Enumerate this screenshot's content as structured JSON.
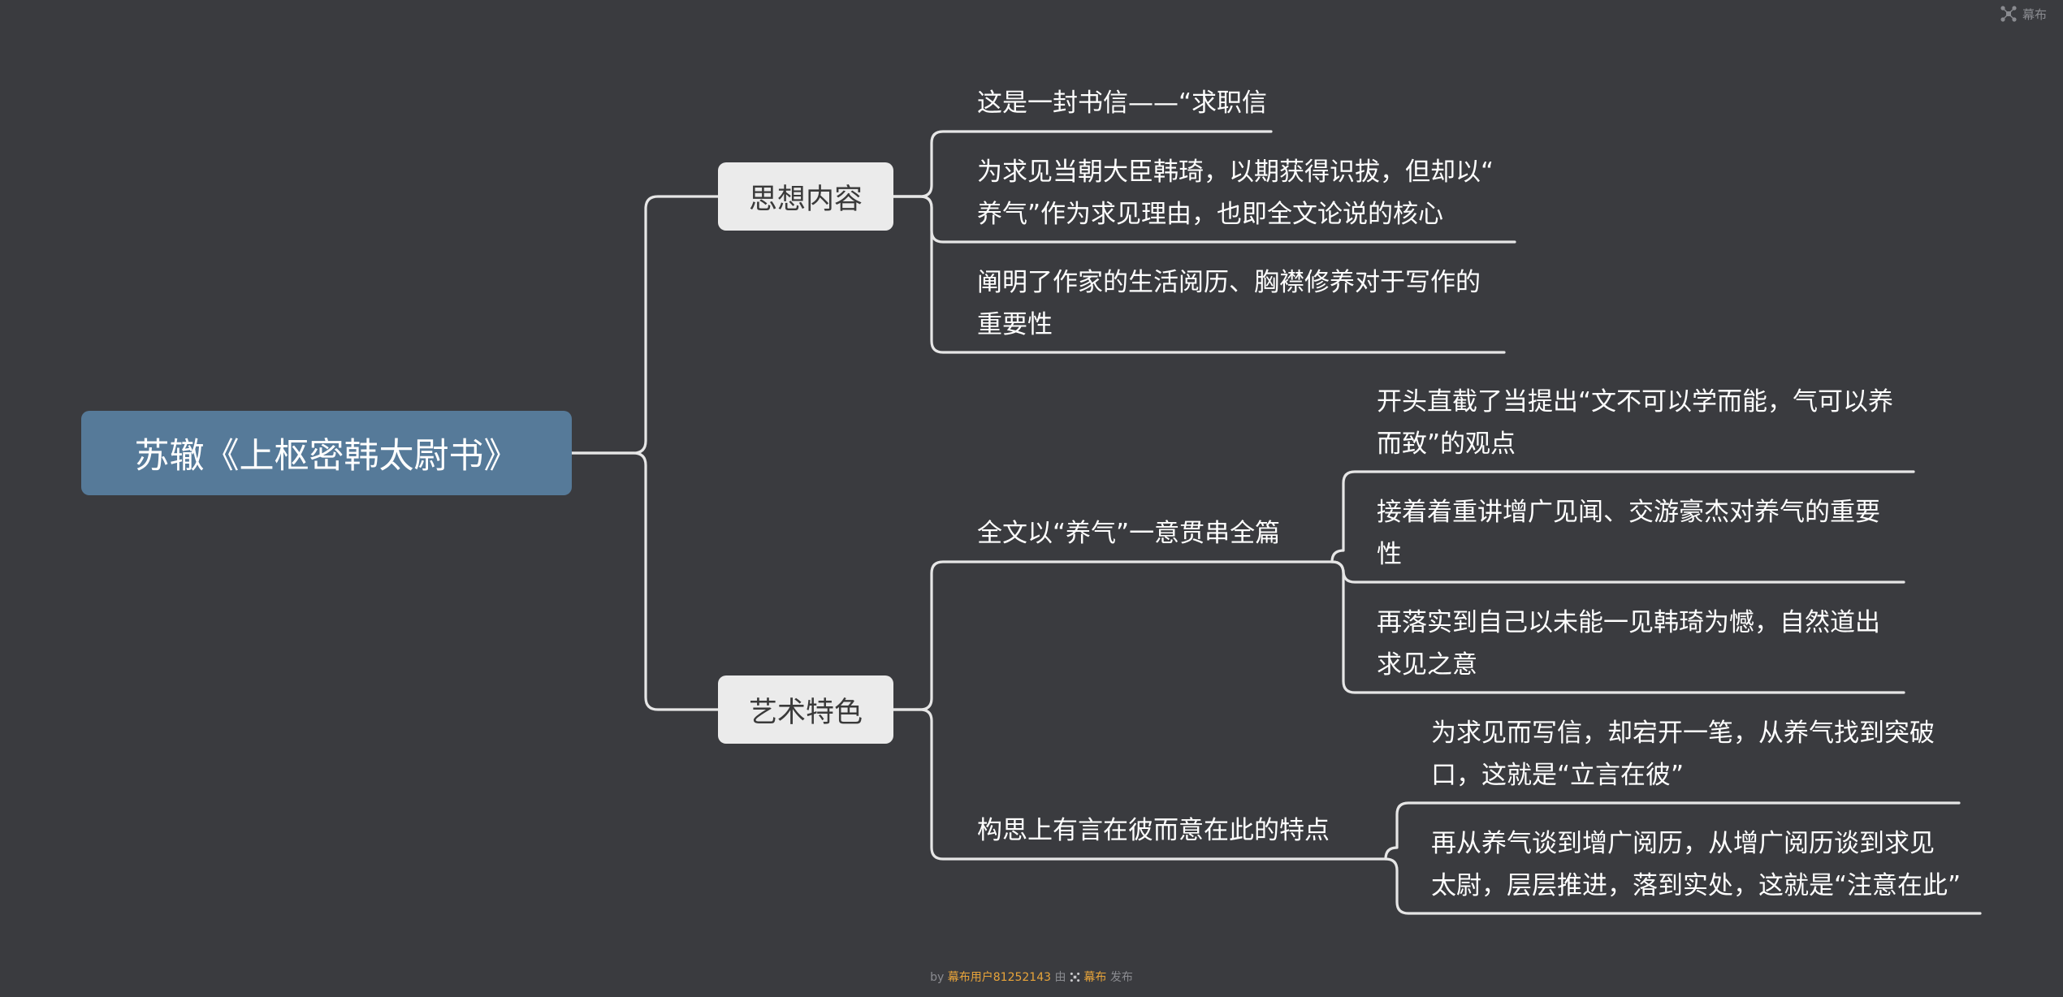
{
  "brand": {
    "name": "幕布",
    "logo_icon": "mubu-logo-icon"
  },
  "mindmap": {
    "root": "苏辙《上枢密韩太尉书》",
    "branches": [
      {
        "label": "思想内容",
        "children": [
          {
            "lines": [
              "这是一封书信——“求职信"
            ]
          },
          {
            "lines": [
              "为求见当朝大臣韩琦，以期获得识拔，但却以“",
              "养气”作为求见理由，也即全文论说的核心"
            ]
          },
          {
            "lines": [
              "阐明了作家的生活阅历、胸襟修养对于写作的",
              "重要性"
            ]
          }
        ]
      },
      {
        "label": "艺术特色",
        "children": [
          {
            "lines": [
              "全文以“养气”一意贯串全篇"
            ],
            "children": [
              {
                "lines": [
                  "开头直截了当提出“文不可以学而能，气可以养",
                  "而致”的观点"
                ]
              },
              {
                "lines": [
                  "接着着重讲增广见闻、交游豪杰对养气的重要",
                  "性"
                ]
              },
              {
                "lines": [
                  "再落实到自己以未能一见韩琦为憾，自然道出",
                  "求见之意"
                ]
              }
            ]
          },
          {
            "lines": [
              "构思上有言在彼而意在此的特点"
            ],
            "children": [
              {
                "lines": [
                  "为求见而写信，却宕开一笔，从养气找到突破",
                  "口，这就是“立言在彼”"
                ]
              },
              {
                "lines": [
                  "再从养气谈到增广阅历，从增广阅历谈到求见",
                  "太尉，层层推进，落到实处，这就是“注意在此”"
                ]
              }
            ]
          }
        ]
      }
    ]
  },
  "footer": {
    "by": "by",
    "user": "幕布用户81252143",
    "via": "由",
    "brand": "幕布",
    "publish": "发布"
  },
  "colors": {
    "background": "#3a3b3f",
    "root_fill": "#567a99",
    "topic_fill": "#ebebeb",
    "line": "#e6e6e6",
    "footer_highlight": "#e8a43a"
  }
}
